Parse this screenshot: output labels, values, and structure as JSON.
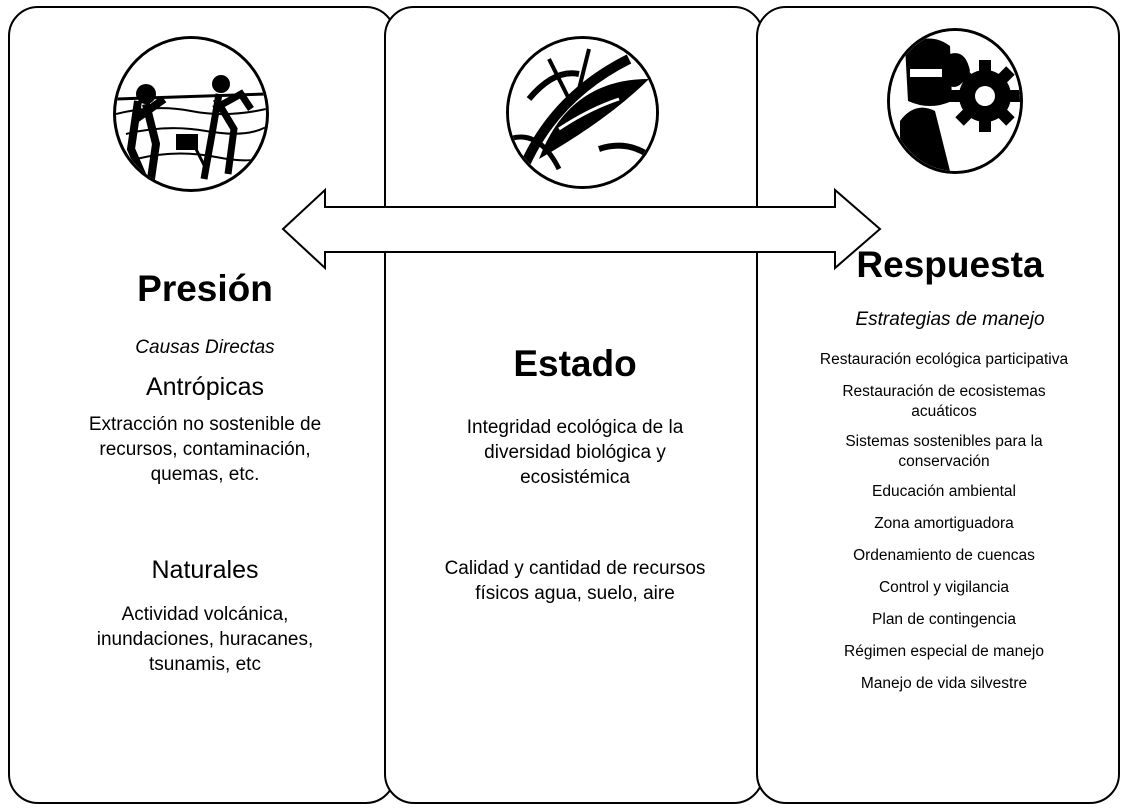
{
  "presion": {
    "title": "Presión",
    "subtitle": "Causas Directas",
    "antropicas_heading": "Antrópicas",
    "antropicas_line1": "Extracción no sostenible de",
    "antropicas_line2": "recursos, contaminación,",
    "antropicas_line3": "quemas, etc.",
    "naturales_heading": "Naturales",
    "naturales_line1": "Actividad volcánica,",
    "naturales_line2": "inundaciones, huracanes,",
    "naturales_line3": "tsunamis, etc"
  },
  "estado": {
    "title": "Estado",
    "text1_line1": "Integridad ecológica de la",
    "text1_line2": "diversidad biológica  y",
    "text1_line3": "ecosistémica",
    "text2_line1": "Calidad y cantidad de recursos",
    "text2_line2": "físicos agua, suelo, aire"
  },
  "respuesta": {
    "title": "Respuesta",
    "subtitle": "Estrategias de manejo",
    "items": [
      [
        "Restauración ecológica participativa"
      ],
      [
        "Restauración de ecosistemas",
        "acuáticos"
      ],
      [
        "Sistemas sostenibles para la",
        "conservación"
      ],
      [
        "Educación ambiental"
      ],
      [
        "Zona amortiguadora"
      ],
      [
        "Ordenamiento de cuencas"
      ],
      [
        "Control y vigilancia"
      ],
      [
        "Plan de contingencia"
      ],
      [
        "Régimen especial de manejo"
      ],
      [
        "Manejo de vida silvestre"
      ]
    ]
  },
  "icons": {
    "presion": "people-fishing-icon",
    "estado": "leaf-nature-icon",
    "respuesta": "person-gear-icon"
  }
}
